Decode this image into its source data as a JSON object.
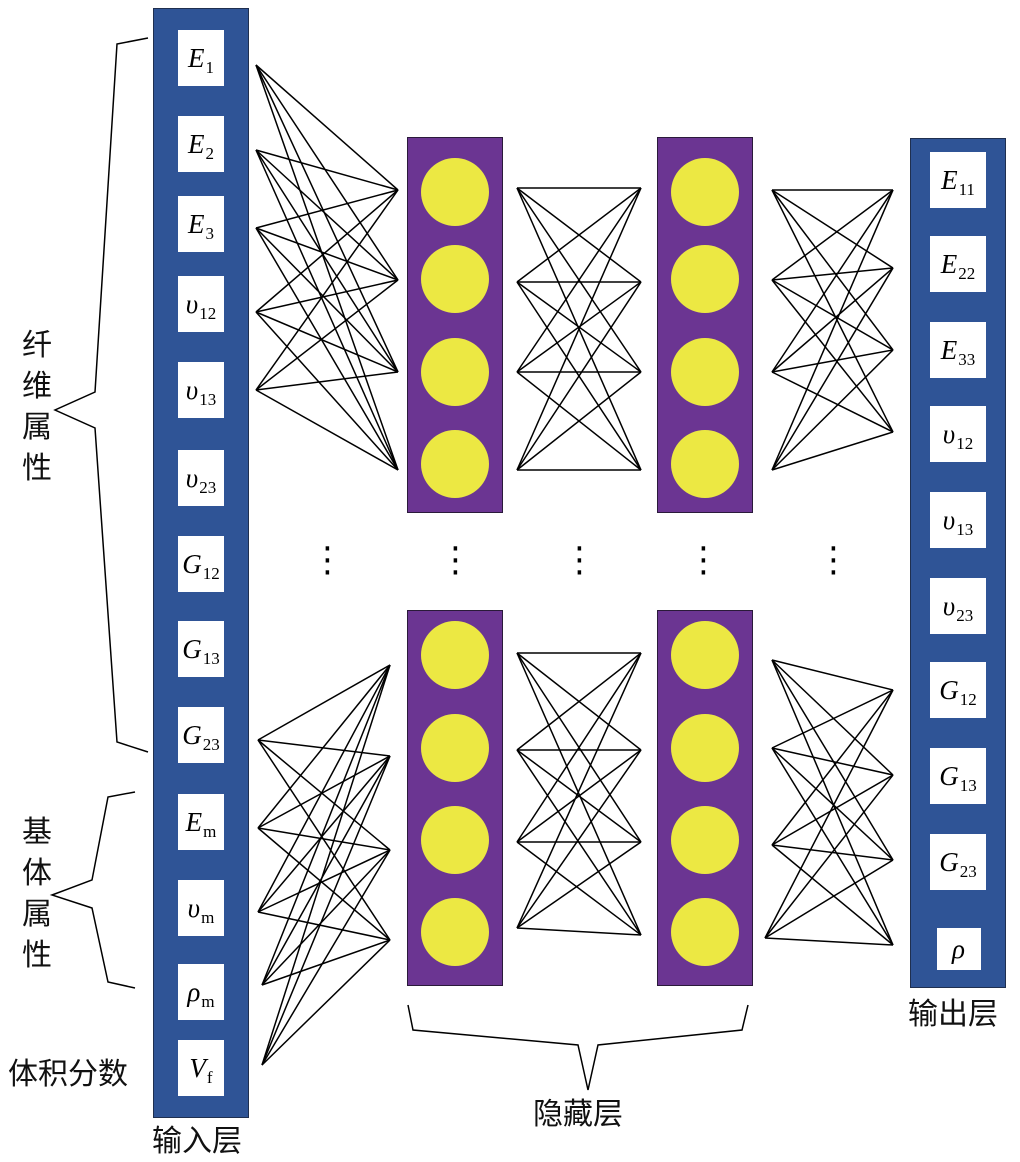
{
  "input_layer": {
    "label": "输入层",
    "nodes": [
      {
        "sym": "E",
        "sub": "1"
      },
      {
        "sym": "E",
        "sub": "2"
      },
      {
        "sym": "E",
        "sub": "3"
      },
      {
        "sym": "υ",
        "sub": "12"
      },
      {
        "sym": "υ",
        "sub": "13"
      },
      {
        "sym": "υ",
        "sub": "23"
      },
      {
        "sym": "G",
        "sub": "12"
      },
      {
        "sym": "G",
        "sub": "13"
      },
      {
        "sym": "G",
        "sub": "23"
      },
      {
        "sym": "E",
        "sub": "m"
      },
      {
        "sym": "υ",
        "sub": "m"
      },
      {
        "sym": "ρ",
        "sub": "m"
      },
      {
        "sym": "V",
        "sub": "f"
      }
    ]
  },
  "output_layer": {
    "label": "输出层",
    "nodes": [
      {
        "sym": "E",
        "sub": "11"
      },
      {
        "sym": "E",
        "sub": "22"
      },
      {
        "sym": "E",
        "sub": "33"
      },
      {
        "sym": "υ",
        "sub": "12"
      },
      {
        "sym": "υ",
        "sub": "13"
      },
      {
        "sym": "υ",
        "sub": "23"
      },
      {
        "sym": "G",
        "sub": "12"
      },
      {
        "sym": "G",
        "sub": "13"
      },
      {
        "sym": "G",
        "sub": "23"
      },
      {
        "sym": "ρ",
        "sub": ""
      }
    ]
  },
  "hidden_layers": {
    "label": "隐藏层"
  },
  "groups": {
    "fiber": "纤维属性",
    "matrix": "基体属性",
    "volume_fraction": "体积分数"
  },
  "colors": {
    "input_output_column": "#2f5496",
    "hidden_column": "#6b3592",
    "neuron": "#ece843"
  }
}
